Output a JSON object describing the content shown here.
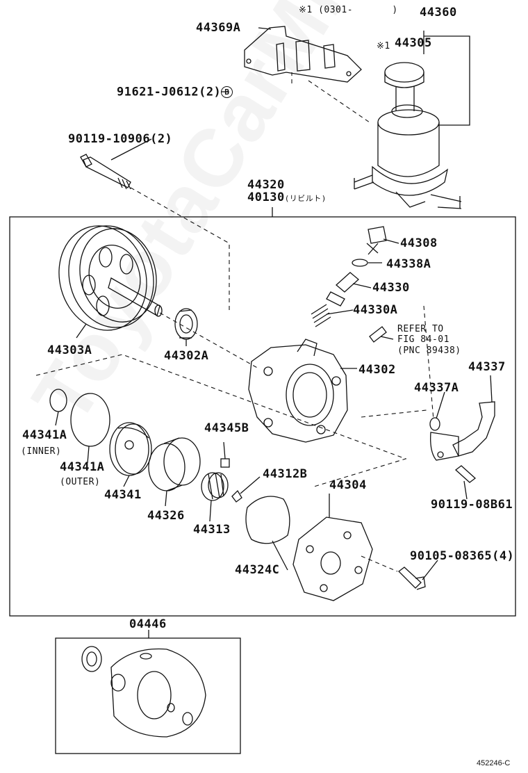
{
  "watermark": "ToyotaCarMine.ru",
  "diagram_code": "452246-C",
  "notes": {
    "date_note_prefix": "※1",
    "date_note": "(0301-",
    "date_note_close": ")",
    "cap_note": "※1"
  },
  "parts": {
    "p44360": "44360",
    "p44305": "44305",
    "p44369A": "44369A",
    "p91621": "91621-J0612(2)",
    "p91621_circle": "B",
    "p90119_10906": "90119-10906(2)",
    "p44320": "44320",
    "p40130": "40130",
    "p40130_note": "(リビルト)",
    "p44308": "44308",
    "p44338A": "44338A",
    "p44330": "44330",
    "p44330A": "44330A",
    "refer_line1": "REFER TO",
    "refer_line2": "FIG 84-01",
    "refer_line3": "(PNC 89438)",
    "p44303A": "44303A",
    "p44302A": "44302A",
    "p44302": "44302",
    "p44337": "44337",
    "p44337A": "44337A",
    "p44341A_inner": "44341A",
    "inner_note": "(INNER)",
    "p44341A_outer": "44341A",
    "outer_note": "(OUTER)",
    "p44341": "44341",
    "p44345B": "44345B",
    "p44312B": "44312B",
    "p44304": "44304",
    "p44326": "44326",
    "p44313": "44313",
    "p44324C": "44324C",
    "p90119_08B61": "90119-08B61",
    "p90105": "90105-08365(4)",
    "p04446": "04446"
  }
}
